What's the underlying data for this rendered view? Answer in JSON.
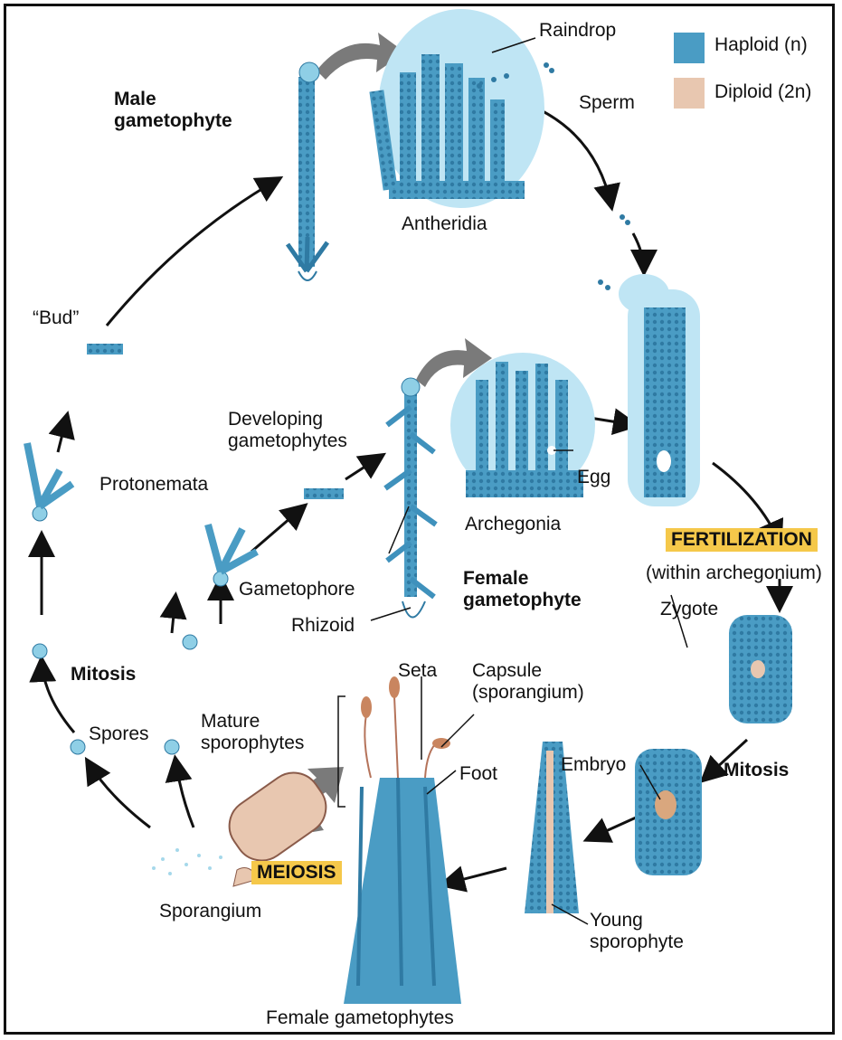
{
  "legend": {
    "haploid": "Haploid (n)",
    "diploid": "Diploid (2n)",
    "haploid_color": "#4a9cc4",
    "diploid_color": "#e8c7b0"
  },
  "labels": {
    "raindrop": "Raindrop",
    "sperm": "Sperm",
    "male_gametophyte": "Male gametophyte",
    "antheridia": "Antheridia",
    "bud": "“Bud”",
    "developing_gametophytes": "Developing gametophytes",
    "protonemata": "Protonemata",
    "egg": "Egg",
    "archegonia": "Archegonia",
    "fertilization": "FERTILIZATION",
    "within_archegonium": "(within archegonium)",
    "gametophore": "Gametophore",
    "female_gametophyte": "Female gametophyte",
    "rhizoid": "Rhizoid",
    "zygote": "Zygote",
    "mitosis_left": "Mitosis",
    "seta": "Seta",
    "capsule": "Capsule (sporangium)",
    "spores": "Spores",
    "mature_sporophytes": "Mature sporophytes",
    "foot": "Foot",
    "embryo": "Embryo",
    "mitosis_right": "Mitosis",
    "meiosis": "MEIOSIS",
    "sporangium": "Sporangium",
    "young_sporophyte": "Young sporophyte",
    "female_gametophytes": "Female gametophytes"
  }
}
